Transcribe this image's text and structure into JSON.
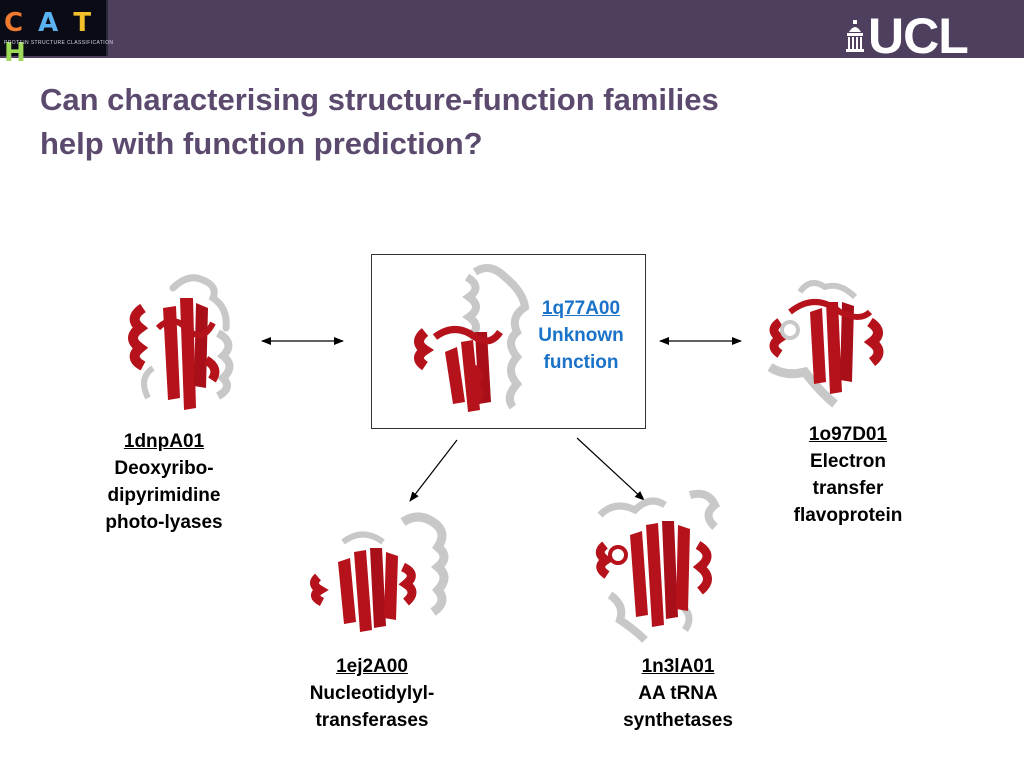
{
  "header": {
    "cath_logo": {
      "letters": [
        "C",
        "A",
        "T",
        "H"
      ],
      "subtitle": "PROTEIN STRUCTURE CLASSIFICATION",
      "colors": [
        "#f07a30",
        "#5ab3f0",
        "#f2c12a",
        "#9ed957"
      ]
    },
    "ucl_logo": {
      "text": "UCL"
    }
  },
  "title": {
    "line1": "Can characterising structure-function families",
    "line2": "help with function prediction?"
  },
  "center": {
    "code": "1q77A00",
    "line1": "Unknown",
    "line2": "function"
  },
  "proteins": {
    "left": {
      "code": "1dnpA01",
      "line1": "Deoxyribo-",
      "line2": "dipyrimidine",
      "line3": "photo-lyases"
    },
    "right": {
      "code": "1o97D01",
      "line1": "Electron",
      "line2": "transfer",
      "line3": "flavoprotein"
    },
    "bottom_left": {
      "code": "1ej2A00",
      "line1": "Nucleotidylyl-",
      "line2": "transferases"
    },
    "bottom_right": {
      "code": "1n3lA01",
      "line1": "AA tRNA",
      "line2": "synthetases"
    }
  },
  "colors": {
    "header_bg": "#4f3f5e",
    "title": "#5b4a6e",
    "helix": "#b5121b",
    "coil": "#c8c8c8",
    "link": "#1a73c8"
  }
}
